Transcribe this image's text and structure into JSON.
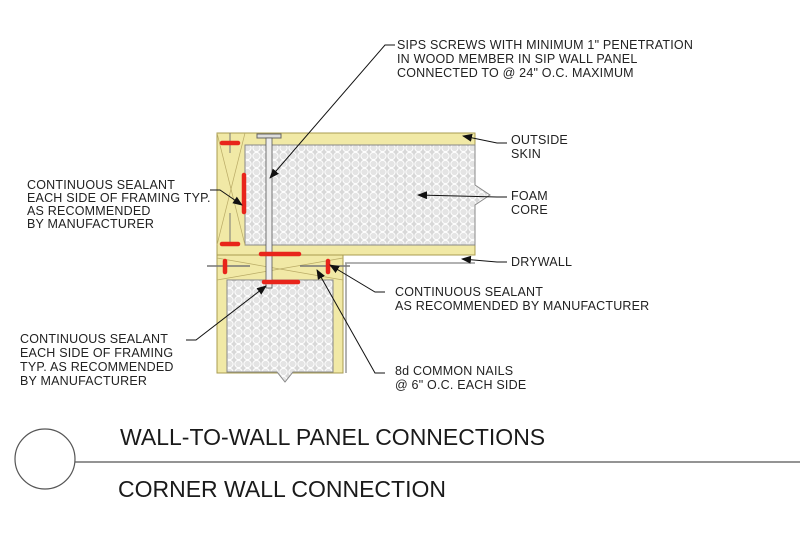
{
  "labels": {
    "screws": [
      "SIPS SCREWS WITH MINIMUM 1\" PENETRATION",
      "IN WOOD MEMBER IN SIP WALL PANEL",
      "CONNECTED TO @ 24\" O.C. MAXIMUM"
    ],
    "outside_skin": [
      "OUTSIDE",
      "SKIN"
    ],
    "foam_core": [
      "FOAM",
      "CORE"
    ],
    "drywall": [
      "DRYWALL"
    ],
    "sealant_left_top": [
      "CONTINUOUS SEALANT",
      "EACH SIDE OF FRAMING TYP.",
      "AS RECOMMENDED",
      "BY MANUFACTURER"
    ],
    "sealant_right": [
      "CONTINUOUS SEALANT",
      "AS RECOMMENDED BY MANUFACTURER"
    ],
    "sealant_left_bottom": [
      "CONTINUOUS SEALANT",
      "EACH SIDE OF FRAMING",
      "TYP. AS RECOMMENDED",
      "BY MANUFACTURER"
    ],
    "nails": [
      "8d COMMON NAILS",
      "@ 6\" O.C. EACH SIDE"
    ]
  },
  "titles": {
    "main": "WALL-TO-WALL PANEL CONNECTIONS",
    "sub": "CORNER WALL CONNECTION"
  },
  "colors": {
    "wood": "#f1e9a6",
    "sealant": "#e8251b",
    "foam": "#d6d6d6"
  }
}
